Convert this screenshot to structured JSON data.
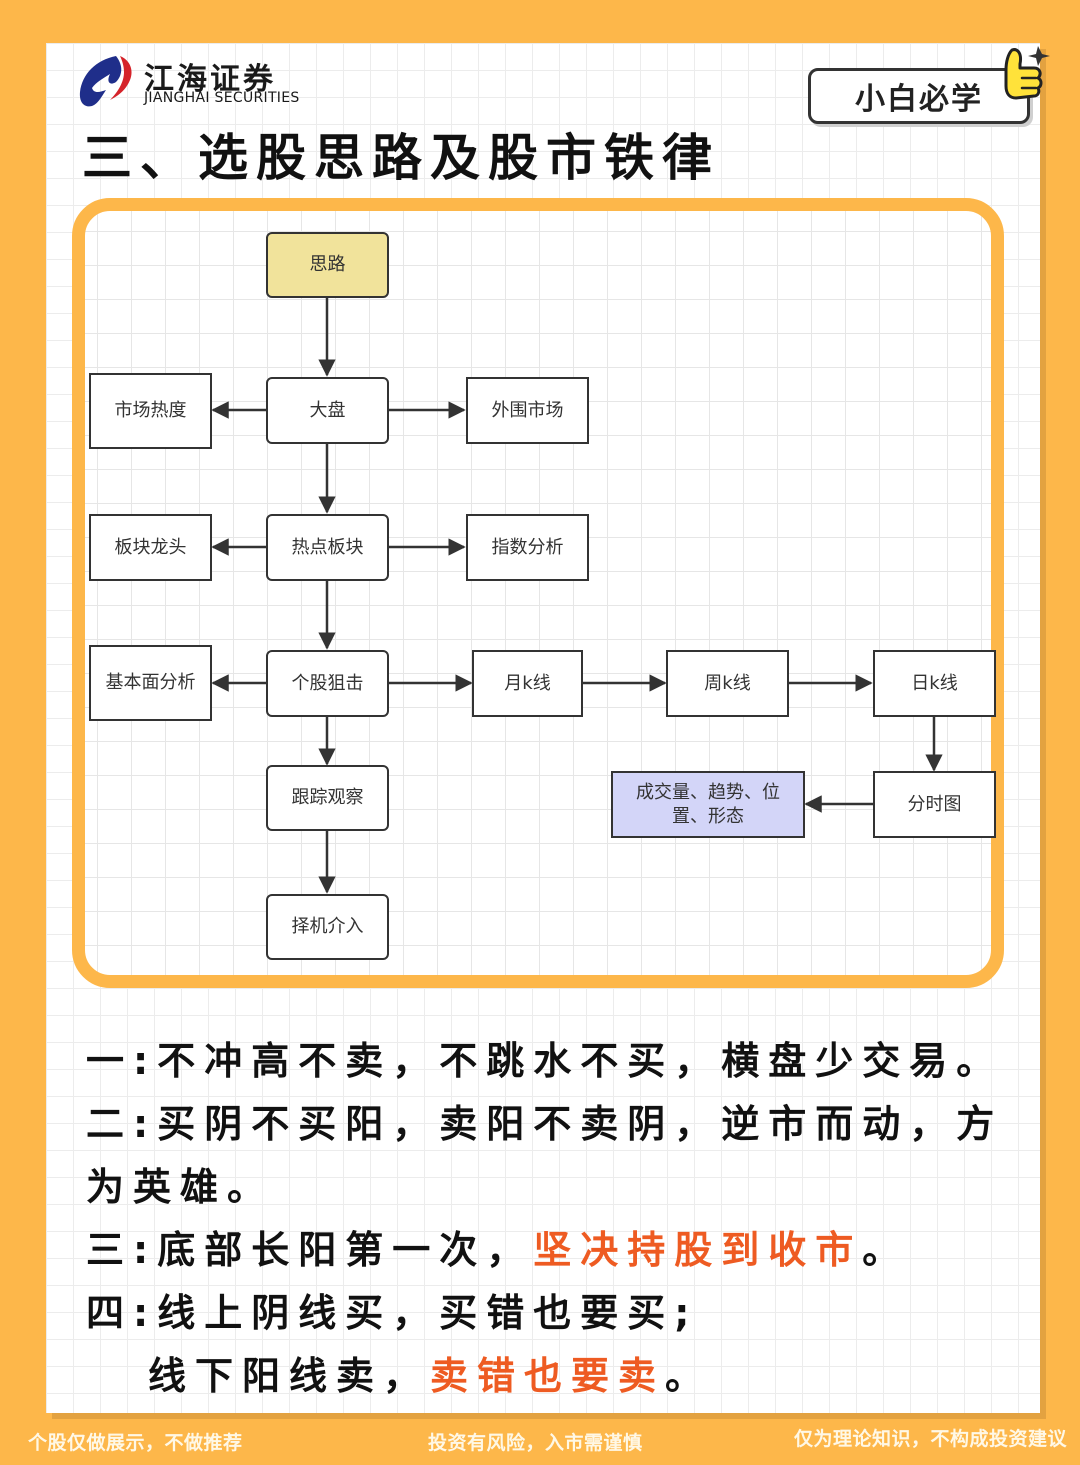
{
  "brand": {
    "name_cn": "江海证券",
    "name_en": "JIANGHAI SECURITIES",
    "colors": {
      "blue": "#1f2e8a",
      "red": "#d5232a"
    }
  },
  "badge": {
    "label": "小白必学",
    "icon": "thumbs-up-icon"
  },
  "page_title": "三、选股思路及股市铁律",
  "colors": {
    "background": "#fdb74a",
    "highlight": "#ee5b22",
    "start_node": "#f1e39b",
    "end_node": "#d3d5f8"
  },
  "diagram": {
    "nodes": {
      "silu": "思路",
      "dapan": "大盘",
      "shichang_redu": "市场热度",
      "waiwei_shichang": "外围市场",
      "redian_bankuai": "热点板块",
      "bankuai_longtou": "板块龙头",
      "zhishu_fenxi": "指数分析",
      "gegu_juji": "个股狙击",
      "jibenmian_fenxi": "基本面分析",
      "yue_k": "月k线",
      "zhou_k": "周k线",
      "ri_k": "日k线",
      "fenshi_tu": "分时图",
      "chengjiao": "成交量、趋势、位置、形态",
      "genzong_guancha": "跟踪观察",
      "zeji_jieru": "择机介入"
    },
    "edges": [
      [
        "silu",
        "dapan"
      ],
      [
        "dapan",
        "shichang_redu"
      ],
      [
        "dapan",
        "waiwei_shichang"
      ],
      [
        "dapan",
        "redian_bankuai"
      ],
      [
        "redian_bankuai",
        "bankuai_longtou"
      ],
      [
        "redian_bankuai",
        "zhishu_fenxi"
      ],
      [
        "redian_bankuai",
        "gegu_juji"
      ],
      [
        "gegu_juji",
        "jibenmian_fenxi"
      ],
      [
        "gegu_juji",
        "yue_k"
      ],
      [
        "yue_k",
        "zhou_k"
      ],
      [
        "zhou_k",
        "ri_k"
      ],
      [
        "ri_k",
        "fenshi_tu"
      ],
      [
        "fenshi_tu",
        "chengjiao"
      ],
      [
        "gegu_juji",
        "genzong_guancha"
      ],
      [
        "genzong_guancha",
        "zeji_jieru"
      ]
    ]
  },
  "rules": {
    "r1": "一:不冲高不卖，不跳水不买，横盘少交易。",
    "r2a": "二:买阴不买阳，卖阳不卖阴，逆市而动，方",
    "r2b": "为英雄。",
    "r3_plain": "三:底部长阳第一次，",
    "r3_highlight": "坚决持股到收市",
    "r3_end": "。",
    "r4a": "四:线上阴线买，买错也要买;",
    "r4b_plain": "线下阳线卖，",
    "r4b_highlight": "卖错也要卖",
    "r4b_end": "。"
  },
  "footer": {
    "left": "个股仅做展示，不做推荐",
    "center": "投资有风险，入市需谨慎",
    "right": "仅为理论知识，不构成投资建议"
  }
}
